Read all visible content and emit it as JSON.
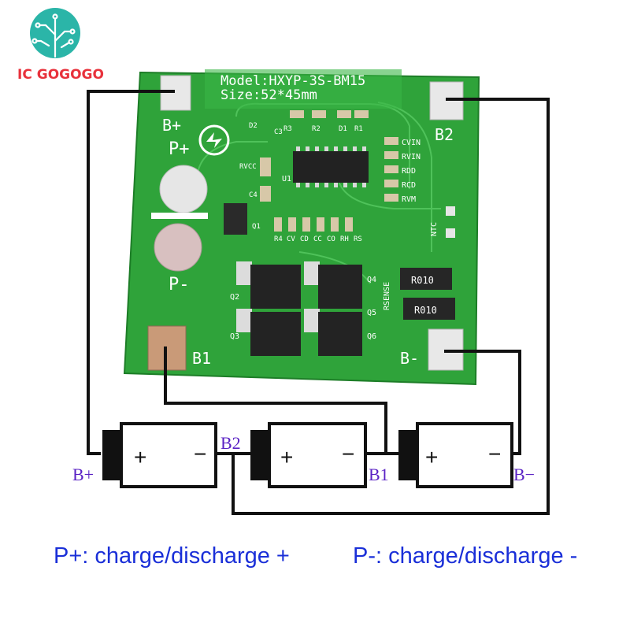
{
  "logo": {
    "brand_part1": "IC ",
    "brand_part2": "GOGOGO",
    "color_red": "#e8323c",
    "color_teal": "#2bb5a8"
  },
  "board": {
    "model_label": "Model:HXYP-3S-BM15",
    "size_label": "Size:52*45mm",
    "pad_b_plus": "B+",
    "pad_p_plus": "P+",
    "pad_p_minus": "P-",
    "pad_b1": "B1",
    "pad_b2": "B2",
    "pad_b_minus": "B-",
    "ntc_label": "NTC",
    "rsense_label": "RSENSE",
    "ic_label": "U1",
    "right_labels": [
      "CVIN",
      "RVIN",
      "RDD",
      "RCD",
      "RVM"
    ],
    "bottom_labels": [
      "R4",
      "CV",
      "CD",
      "CC",
      "CO",
      "RH",
      "RS"
    ],
    "component_labels": [
      "C3",
      "R3",
      "R2",
      "D1",
      "R1",
      "D2",
      "RVCC",
      "C4",
      "Q1",
      "Q2",
      "Q3",
      "Q4",
      "Q5",
      "Q6"
    ],
    "resistor_marking": "R010",
    "green": "#2fa33a"
  },
  "wiring": {
    "tag_b_plus": "B+",
    "tag_b2": "B2",
    "tag_b1": "B1",
    "tag_b_minus": "B−",
    "cells": [
      {
        "plus": "+",
        "minus": "−"
      },
      {
        "plus": "+",
        "minus": "−"
      },
      {
        "plus": "+",
        "minus": "−"
      }
    ]
  },
  "captions": {
    "left": "P+: charge/discharge +",
    "right": "P-: charge/discharge -",
    "color": "#1a2fd8"
  }
}
